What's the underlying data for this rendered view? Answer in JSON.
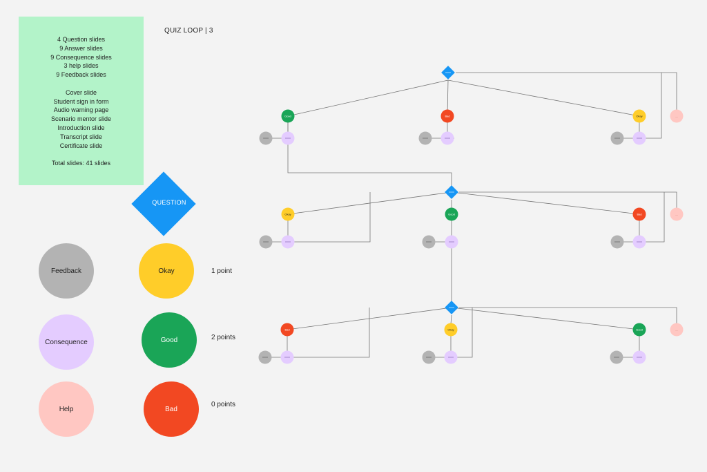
{
  "title": "QUIZ LOOP | 3",
  "summary": {
    "lines": [
      "4 Question slides",
      "9 Answer slides",
      "9 Consequence slides",
      "3 help slides",
      "9 Feedback slides",
      "",
      "Cover slide",
      "Student sign in form",
      "Audio warning page",
      "Scenario mentor slide",
      "Introduction slide",
      "Transcript slide",
      "Certificate slide",
      "",
      "Total slides: 41  slides"
    ]
  },
  "legend": {
    "question": "QUESTION",
    "feedback": "Feedback",
    "consequence": "Consequence",
    "help": "Help",
    "okay": "Okay",
    "good": "Good",
    "bad": "Bad",
    "okay_points": "1 point",
    "good_points": "2 points",
    "bad_points": "0 points"
  },
  "colors": {
    "question": "#1696f5",
    "good": "#1aa557",
    "bad": "#f24822",
    "okay": "#ffcd29",
    "feedback": "#b3b3b3",
    "consequence": "#e4ccff",
    "help": "#ffc7c2",
    "note": "#b3f3c9"
  },
  "flow": {
    "loops": [
      {
        "answers": [
          "Good",
          "Bad",
          "Okay"
        ],
        "help": "..."
      },
      {
        "answers": [
          "Okay",
          "Good",
          "Bad"
        ],
        "help": "..."
      },
      {
        "answers": [
          "Bad",
          "Okay",
          "Good"
        ],
        "help": "..."
      }
    ]
  }
}
